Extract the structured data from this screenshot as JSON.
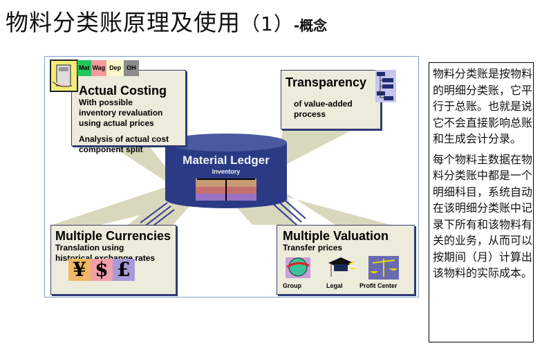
{
  "title": {
    "main": "物料分类账原理及使用",
    "paren": "（1）",
    "suffix": "-概念"
  },
  "diagram": {
    "center": {
      "title": "Material Ledger",
      "subtitle": "Inventory",
      "color": "#2b3a85"
    },
    "actual_costing": {
      "heading": "Actual Costing",
      "lines": [
        "With possible",
        "inventory revaluation",
        "using actual prices",
        "",
        "Analysis of actual cost",
        "component split"
      ],
      "cost_components": [
        {
          "label": "Mat",
          "color": "#22c55e"
        },
        {
          "label": "Wag",
          "color": "#f59a9a"
        },
        {
          "label": "Dep",
          "color": "#fbf7c8"
        },
        {
          "label": "OH",
          "color": "#8c8c8c"
        }
      ]
    },
    "transparency": {
      "heading": "Transparency",
      "lines": [
        "of value-added",
        "process"
      ]
    },
    "multiple_currencies": {
      "heading": "Multiple Currencies",
      "lines": [
        "Translation using",
        "historical exchange rates"
      ],
      "currency_icons": [
        "yen-icon",
        "dollar-icon",
        "pound-icon"
      ],
      "currency_symbols": [
        "¥",
        "$",
        "£"
      ]
    },
    "multiple_valuation": {
      "heading": "Multiple Valuation",
      "lines": [
        "Transfer prices"
      ],
      "views": [
        "Group",
        "Legal",
        "Profit Center"
      ]
    }
  },
  "note": {
    "paragraphs": [
      "物料分类账是按物料的明细分类账，它平行于总账。也就是说它不会直接影响总账和生成会计分录。",
      "每个物料主数据在物料分类账中都是一个明细科目，系统自动在该明细分类账中记录下所有和该物料有关的业务，从而可以按期间（月）计算出该物料的实际成本。"
    ]
  }
}
